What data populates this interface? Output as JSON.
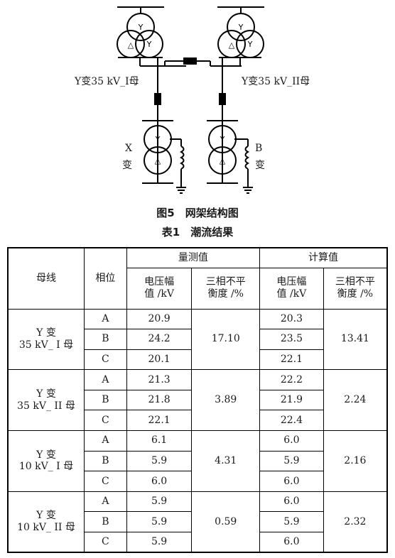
{
  "diagram": {
    "transformer_symbols": {
      "star": "Y",
      "delta": "△"
    },
    "bus_labels": {
      "left": "Y变35 kV_I母",
      "right": "Y变35 kV_II母"
    },
    "x_label": [
      "X",
      "变"
    ],
    "b_label": [
      "B",
      "变"
    ]
  },
  "figure_caption": "图5　网架结构图",
  "table_caption": "表1　潮流结果",
  "table": {
    "headers": {
      "bus": "母线",
      "phase": "相位",
      "measured": "量测值",
      "calculated": "计算值",
      "voltage": [
        "电压幅",
        "值 /kV"
      ],
      "unbalance": [
        "三相不平",
        "衡度 /%"
      ]
    },
    "groups": [
      {
        "bus": [
          "Y 变",
          "35 kV_ I 母"
        ],
        "rows": [
          [
            "A",
            "20.9",
            "20.3"
          ],
          [
            "B",
            "24.2",
            "23.5"
          ],
          [
            "C",
            "20.1",
            "22.1"
          ]
        ],
        "measured_unbalance": "17.10",
        "calc_unbalance": "13.41"
      },
      {
        "bus": [
          "Y 变",
          "35 kV_ II 母"
        ],
        "rows": [
          [
            "A",
            "21.3",
            "22.2"
          ],
          [
            "B",
            "21.8",
            "21.9"
          ],
          [
            "C",
            "22.1",
            "22.4"
          ]
        ],
        "measured_unbalance": "3.89",
        "calc_unbalance": "2.24"
      },
      {
        "bus": [
          "Y 变",
          "10 kV_ I 母"
        ],
        "rows": [
          [
            "A",
            "6.1",
            "6.0"
          ],
          [
            "B",
            "5.9",
            "5.9"
          ],
          [
            "C",
            "6.0",
            "6.0"
          ]
        ],
        "measured_unbalance": "4.31",
        "calc_unbalance": "2.16"
      },
      {
        "bus": [
          "Y 变",
          "10 kV_ II 母"
        ],
        "rows": [
          [
            "A",
            "5.9",
            "6.0"
          ],
          [
            "B",
            "5.9",
            "5.9"
          ],
          [
            "C",
            "5.9",
            "6.0"
          ]
        ],
        "measured_unbalance": "0.59",
        "calc_unbalance": "2.32"
      }
    ]
  }
}
